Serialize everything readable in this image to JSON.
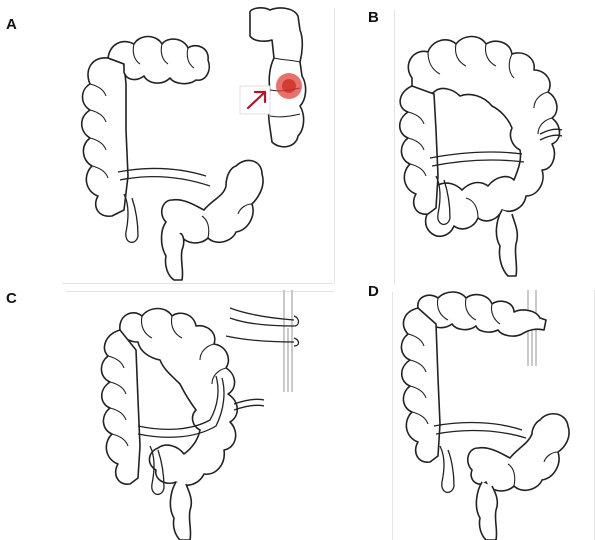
{
  "figure": {
    "panels": [
      {
        "id": "a",
        "label": "A",
        "content": "colon-with-excised-segment"
      },
      {
        "id": "b",
        "label": "B",
        "content": "colon-anastomosis"
      },
      {
        "id": "c",
        "label": "C",
        "content": "colon-with-instruments"
      },
      {
        "id": "d",
        "label": "D",
        "content": "colon-with-instruments"
      }
    ],
    "colors": {
      "outline": "#222222",
      "background": "#ffffff",
      "lesion": "#e0413a",
      "arrow": "#b0182a",
      "instrument": "#bdbdbd",
      "panel_seam": "#e4e4e4"
    },
    "icons": [
      "lesion-marker",
      "pointer-arrow-icon"
    ]
  }
}
